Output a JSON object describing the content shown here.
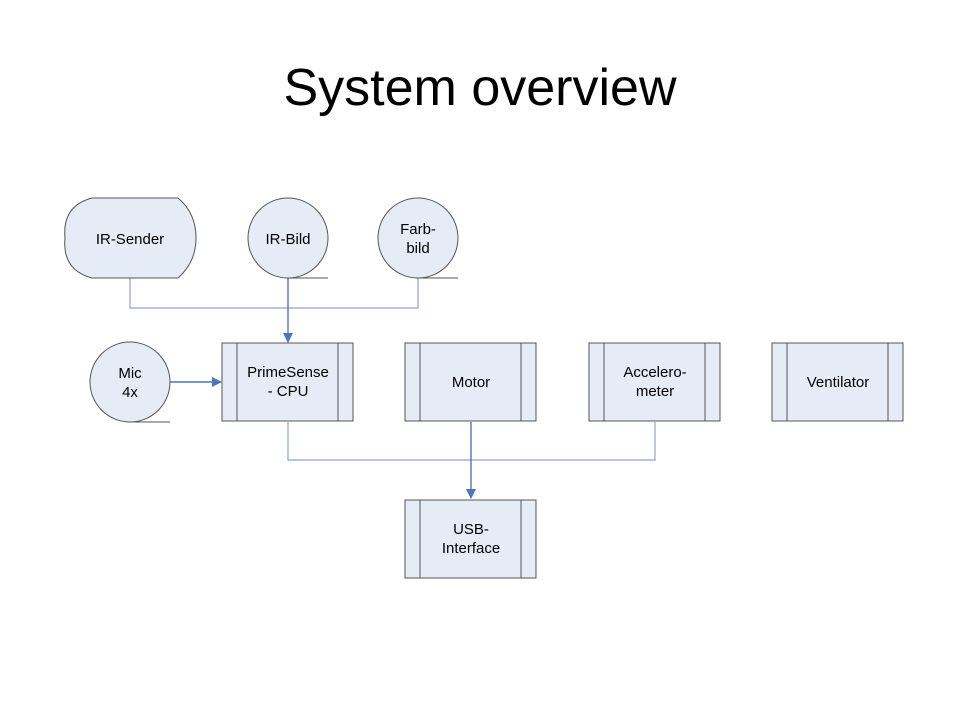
{
  "title": "System overview",
  "nodes": {
    "ir_sender": "IR-Sender",
    "ir_bild": "IR-Bild",
    "farbbild": [
      "Farb-",
      "bild"
    ],
    "mic": [
      "Mic",
      "4x"
    ],
    "primesense": [
      "PrimeSense",
      "- CPU"
    ],
    "motor": "Motor",
    "accelerometer": [
      "Accelero-",
      "meter"
    ],
    "ventilator": "Ventilator",
    "usb": [
      "USB-",
      "Interface"
    ]
  },
  "colors": {
    "node_fill": "#e6ecf6",
    "node_stroke": "#555555",
    "connector": "#9fb3d1",
    "arrow": "#4f74b8"
  }
}
